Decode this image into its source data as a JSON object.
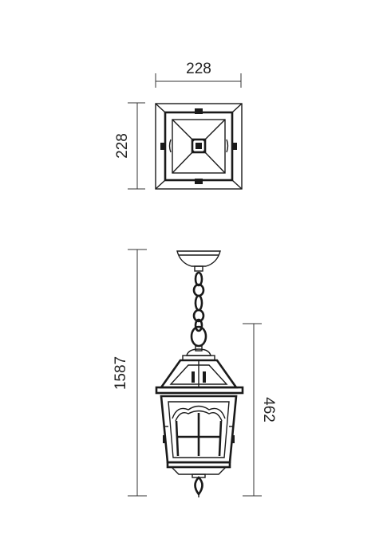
{
  "dimensions": {
    "top_width": "228",
    "top_depth": "228",
    "total_height": "1587",
    "body_height": "462"
  },
  "colors": {
    "ink": "#1a1a1a",
    "background": "#ffffff"
  }
}
